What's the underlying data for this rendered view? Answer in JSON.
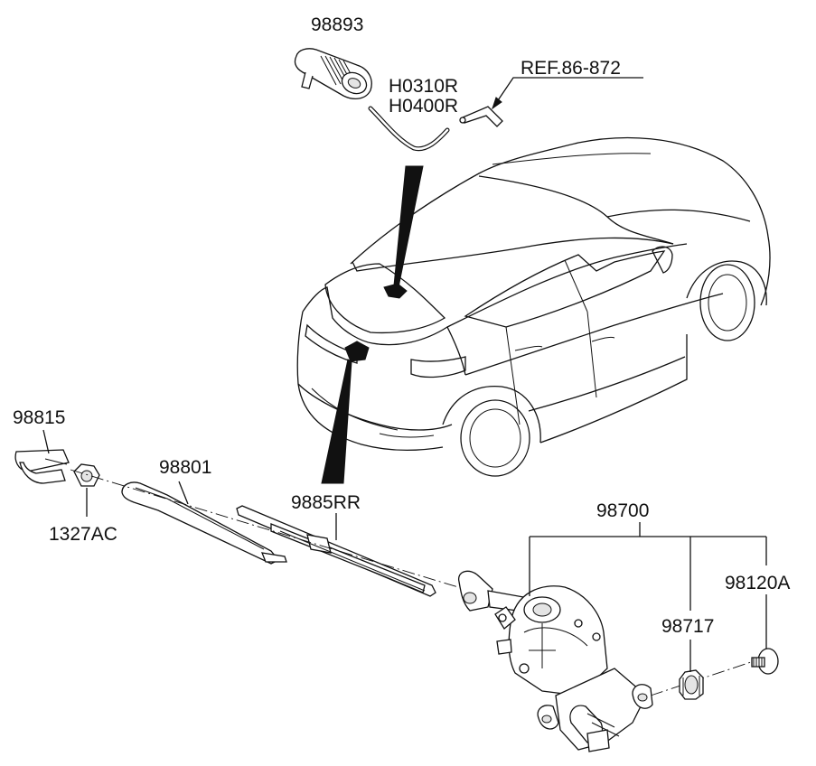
{
  "labels": {
    "nozzle": "98893",
    "hose_a": "H0310R",
    "hose_b": "H0400R",
    "ref": "REF.86-872",
    "cap": "98815",
    "arm": "98801",
    "nut": "1327AC",
    "blade": "9885RR",
    "motor": "98700",
    "grommet": "98717",
    "bolt": "98120A"
  }
}
